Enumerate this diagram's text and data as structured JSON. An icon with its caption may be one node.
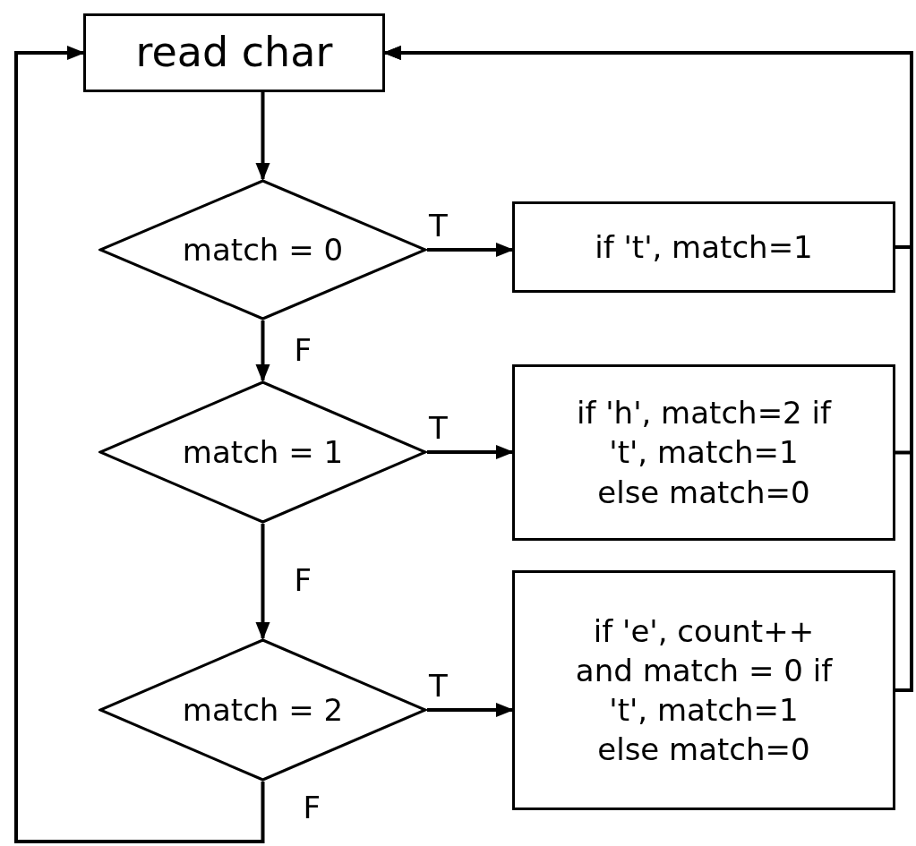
{
  "diagram": {
    "nodes": [
      {
        "text": [
          "read char"
        ]
      },
      {
        "text": [
          "match = 0"
        ]
      },
      {
        "text": [
          "if 't', match=1"
        ]
      },
      {
        "text": [
          "match = 1"
        ]
      },
      {
        "text": [
          "if 'h', match=2 if 't', match=1 else match=0"
        ]
      },
      {
        "text": [
          "match = 2"
        ]
      },
      {
        "text": [
          "if 'e', count++ and match = 0 if 't', match=1 else match=0"
        ]
      }
    ],
    "edges": [
      {
        "from": 0,
        "to": 1,
        "arrow": "to"
      },
      {
        "from": 1,
        "to": 2,
        "arrow": "to",
        "label": "T"
      },
      {
        "from": 1,
        "to": 3,
        "arrow": "to",
        "label": "F"
      },
      {
        "from": 3,
        "to": 4,
        "arrow": "to",
        "label": "T"
      },
      {
        "from": 3,
        "to": 5,
        "arrow": "to",
        "label": "F"
      },
      {
        "from": 5,
        "to": 6,
        "arrow": "to",
        "label": "T"
      },
      {
        "from": 5,
        "to": 0,
        "arrow": "to",
        "label": "F"
      },
      {
        "from": 2,
        "to": 0,
        "arrow": "to"
      },
      {
        "from": 4,
        "to": 0,
        "arrow": "to"
      },
      {
        "from": 6,
        "to": 0,
        "arrow": "to"
      }
    ]
  }
}
